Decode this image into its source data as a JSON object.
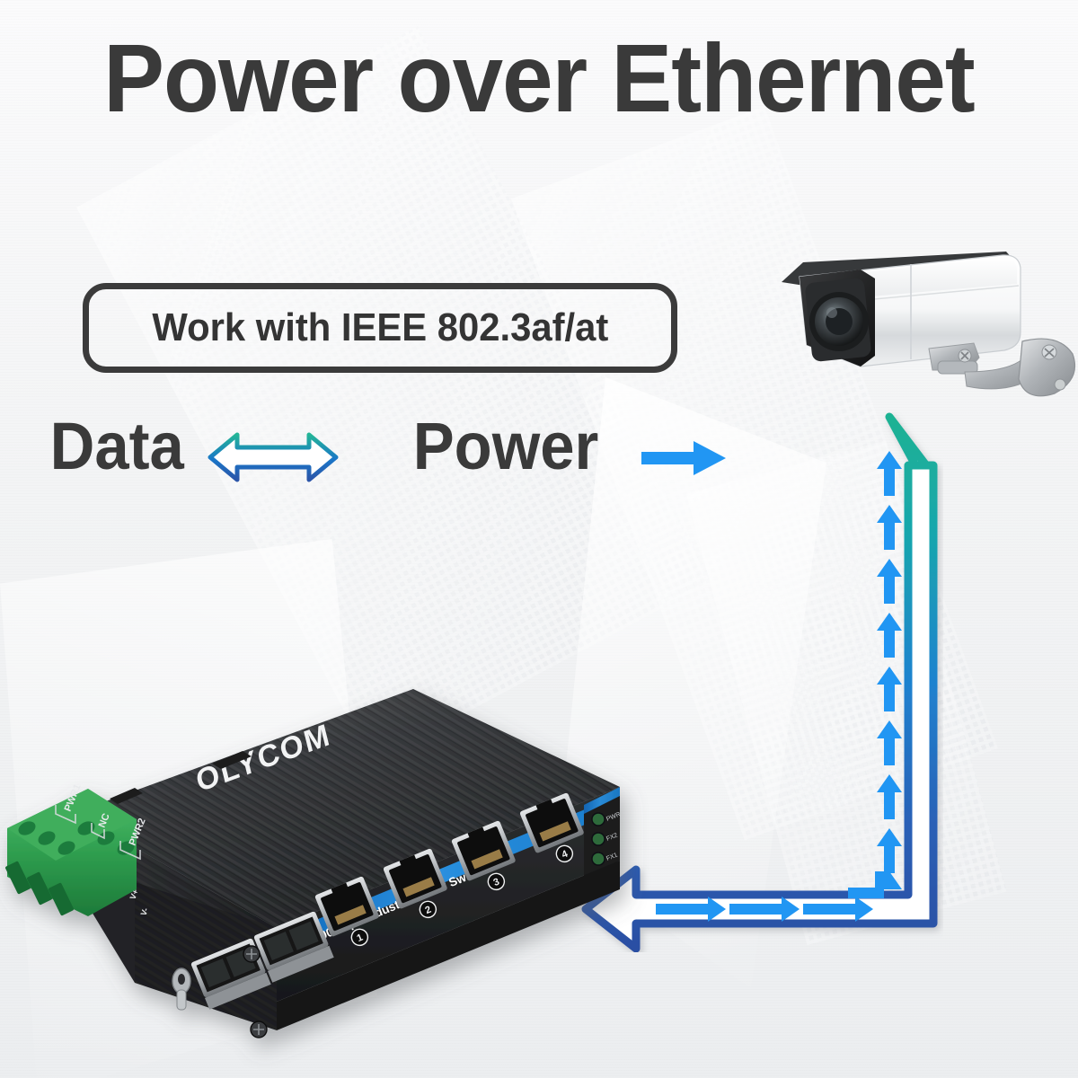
{
  "page": {
    "title": "Power over Ethernet",
    "background_color": "#f4f5f6",
    "title_color": "#3a3a3a"
  },
  "badge": {
    "text": "Work with IEEE 802.3af/at",
    "border_color": "#3b3b3b"
  },
  "labels": {
    "data": "Data",
    "power": "Power"
  },
  "arrows": {
    "data_arrow_name": "double-headed-arrow-icon",
    "power_arrow_name": "right-arrow-icon",
    "flow_vertical_name": "up-flow-arrow",
    "flow_horizontal_name": "left-flow-arrow",
    "gradient_top_color": "#24b597",
    "gradient_bottom_color": "#2b55a8",
    "inner_arrow_color": "#2196f3",
    "solid_blue": "#2196f3"
  },
  "camera": {
    "name": "bullet-security-camera",
    "body_color": "#ffffff",
    "lens_housing_color": "#2b2b2b",
    "bracket_color": "#b9bcc0"
  },
  "switch": {
    "brand": "OLYCOM",
    "front_label": "100/1000Mbps Industrial Fiber Switch",
    "body_color": "#2a2b2d",
    "accent_color": "#1e7fd4",
    "terminal_block_color": "#2f9e4f",
    "terminal_labels": [
      "PWR1",
      "NC",
      "PWR2"
    ],
    "led_labels": [
      "PWR",
      "FX2",
      "FX1"
    ],
    "port_numbers": [
      "1",
      "2",
      "3",
      "4"
    ],
    "sfp_port_count": 2,
    "voltage_marks": [
      "V+",
      "V-"
    ]
  }
}
